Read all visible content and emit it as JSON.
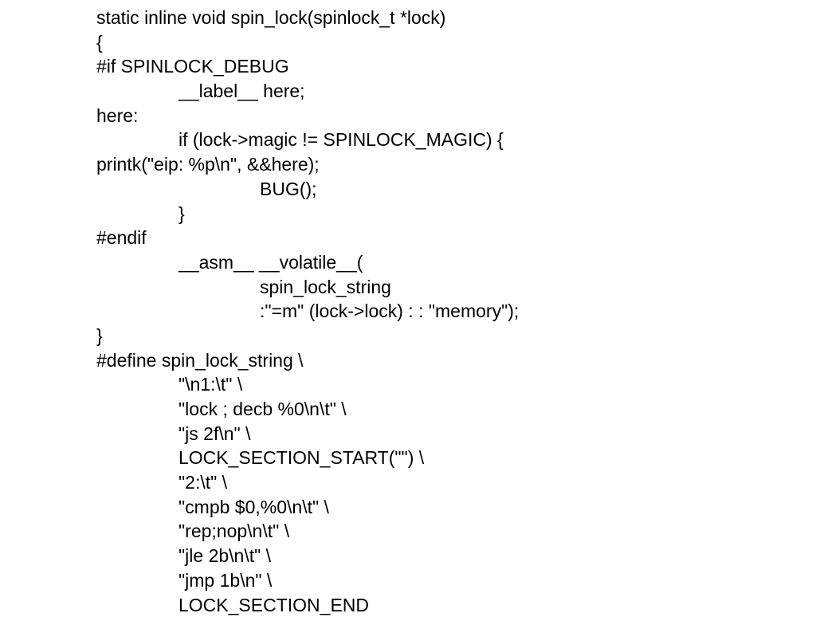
{
  "code": {
    "lines": [
      {
        "text": "static inline void spin_lock(spinlock_t *lock)",
        "indent": 0
      },
      {
        "text": "{",
        "indent": 0
      },
      {
        "text": "#if SPINLOCK_DEBUG",
        "indent": 0
      },
      {
        "text": "__label__ here;",
        "indent": 1
      },
      {
        "text": "here:",
        "indent": 0
      },
      {
        "text": "if (lock->magic != SPINLOCK_MAGIC) {",
        "indent": 1
      },
      {
        "text": "printk(\"eip: %p\\n\", &&here);",
        "indent": 0
      },
      {
        "text": "BUG();",
        "indent": 2
      },
      {
        "text": "}",
        "indent": 1
      },
      {
        "text": "#endif",
        "indent": 0
      },
      {
        "text": "__asm__ __volatile__(",
        "indent": 1
      },
      {
        "text": "spin_lock_string",
        "indent": 2
      },
      {
        "text": ":\"=m\" (lock->lock) : : \"memory\");",
        "indent": 2
      },
      {
        "text": "}",
        "indent": 0
      },
      {
        "text": "#define spin_lock_string \\",
        "indent": 0
      },
      {
        "text": "\"\\n1:\\t\" \\",
        "indent": 1
      },
      {
        "text": "\"lock ; decb %0\\n\\t\" \\",
        "indent": 1
      },
      {
        "text": "\"js 2f\\n\" \\",
        "indent": 1
      },
      {
        "text": "LOCK_SECTION_START(\"\") \\",
        "indent": 1
      },
      {
        "text": "\"2:\\t\" \\",
        "indent": 1
      },
      {
        "text": "\"cmpb $0,%0\\n\\t\" \\",
        "indent": 1
      },
      {
        "text": "\"rep;nop\\n\\t\" \\",
        "indent": 1
      },
      {
        "text": "\"jle 2b\\n\\t\" \\",
        "indent": 1
      },
      {
        "text": "\"jmp 1b\\n\" \\",
        "indent": 1
      },
      {
        "text": "LOCK_SECTION_END",
        "indent": 1
      }
    ]
  }
}
